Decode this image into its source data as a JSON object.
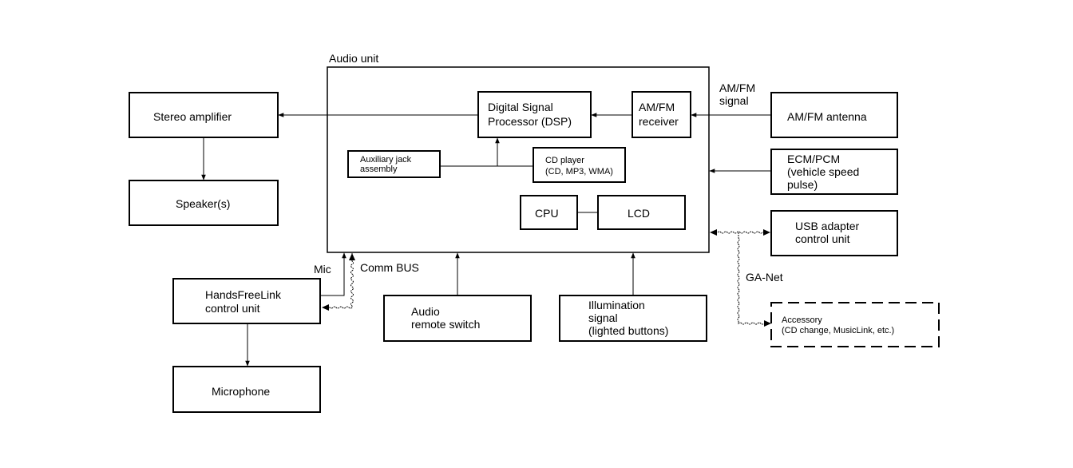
{
  "audio_unit": {
    "title": "Audio unit",
    "dsp": [
      "Digital Signal",
      "Processor (DSP)"
    ],
    "receiver": [
      "AM/FM",
      "receiver"
    ],
    "aux_jack": [
      "Auxiliary jack",
      "assembly"
    ],
    "cd_player": [
      "CD player",
      "(CD, MP3, WMA)"
    ],
    "cpu": "CPU",
    "lcd": "LCD"
  },
  "left": {
    "stereo_amplifier": "Stereo amplifier",
    "speakers": "Speaker(s)",
    "handsfreelink": [
      "HandsFreeLink",
      "control unit"
    ],
    "microphone": "Microphone"
  },
  "right": {
    "am_fm_antenna": "AM/FM antenna",
    "am_fm_signal": [
      "AM/FM",
      "signal"
    ],
    "ecm_pcm": [
      "ECM/PCM",
      "(vehicle speed",
      "pulse)"
    ],
    "usb_adapter": [
      "USB adapter",
      "control unit"
    ],
    "ga_net": "GA-Net",
    "accessory": [
      "Accessory",
      "(CD change, MusicLink, etc.)"
    ]
  },
  "bottom": {
    "mic": "Mic",
    "comm_bus": "Comm BUS",
    "audio_remote": [
      "Audio",
      "remote switch"
    ],
    "illumination": [
      "Illumination",
      "signal",
      "(lighted buttons)"
    ]
  }
}
